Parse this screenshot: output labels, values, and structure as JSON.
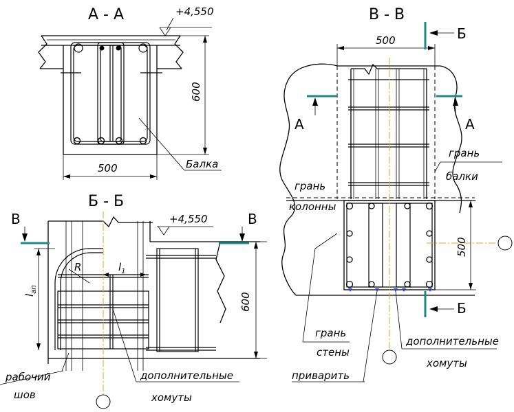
{
  "sections": {
    "aa": {
      "title": "А - А",
      "elevation": "+4,550",
      "dim_width": "500",
      "dim_height": "600",
      "label_beam": "Балка"
    },
    "bb": {
      "title": "Б - Б",
      "elevation": "+4,550",
      "dim_height": "600",
      "label_R": "R",
      "label_l1": "l",
      "label_l1_sub": "1",
      "label_lan": "l",
      "label_lan_sub": "ап",
      "cut_left": "В",
      "cut_right": "В",
      "note_joint_1": "рабочий",
      "note_joint_2": "шов",
      "note_stirrups_1": "дополнительные",
      "note_stirrups_2": "хомуты"
    },
    "vv": {
      "title": "В - В",
      "dim_width": "500",
      "dim_height": "500",
      "cut_top": "Б",
      "cut_bottom": "Б",
      "cut_left": "А",
      "cut_right": "А",
      "note_column_face_1": "грань",
      "note_column_face_2": "колонны",
      "note_beam_face_1": "грань",
      "note_beam_face_2": "балки",
      "note_wall_face_1": "грань",
      "note_wall_face_2": "стены",
      "note_weld": "приварить",
      "note_stirrups_1": "дополнительные",
      "note_stirrups_2": "хомуты"
    }
  },
  "colors": {
    "cut_line": "#1a8a8a",
    "axis_line": "#e8a033",
    "weld_mark": "#2b3bd6"
  }
}
